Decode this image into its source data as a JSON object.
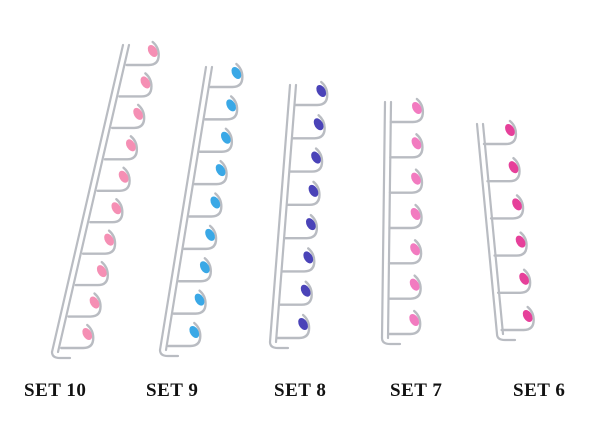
{
  "image": {
    "background": "#ffffff",
    "subject": "wall-mounted chrome wire hook racks",
    "metal_color": "#b9bcc2",
    "racks": [
      {
        "label": "SET 10",
        "hooks": 10,
        "tip_colors": [
          "#f58fb4"
        ]
      },
      {
        "label": "SET 9",
        "hooks": 9,
        "tip_colors": [
          "#3aa8e6"
        ]
      },
      {
        "label": "SET 8",
        "hooks": 8,
        "tip_colors": [
          "#4a43b8"
        ]
      },
      {
        "label": "SET 7",
        "hooks": 7,
        "tip_colors": [
          "#f27bc0"
        ]
      },
      {
        "label": "SET 6",
        "hooks": 6,
        "tip_colors": [
          "#e6409a"
        ]
      }
    ]
  }
}
